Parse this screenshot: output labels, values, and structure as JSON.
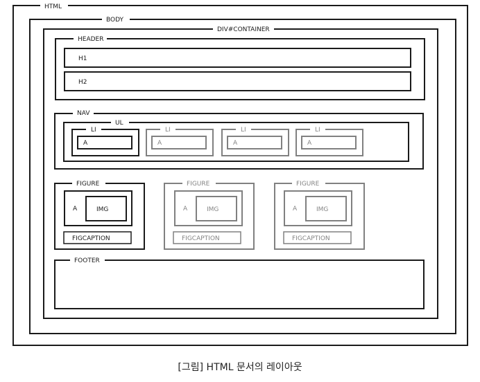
{
  "labels": {
    "html": "HTML",
    "body": "BODY",
    "container": "DIV#CONTAINER",
    "header": "HEADER",
    "h1": "H1",
    "h2": "H2",
    "nav": "NAV",
    "ul": "UL",
    "li": "LI",
    "a": "A",
    "figure": "FIGURE",
    "img": "IMG",
    "figcaption": "FIGCAPTION",
    "footer": "FOOTER"
  },
  "colors": {
    "stroke": "#1a1a1a",
    "faded": "#9a9a9a",
    "background": "#ffffff"
  },
  "caption": "[그림] HTML 문서의 레이아웃"
}
